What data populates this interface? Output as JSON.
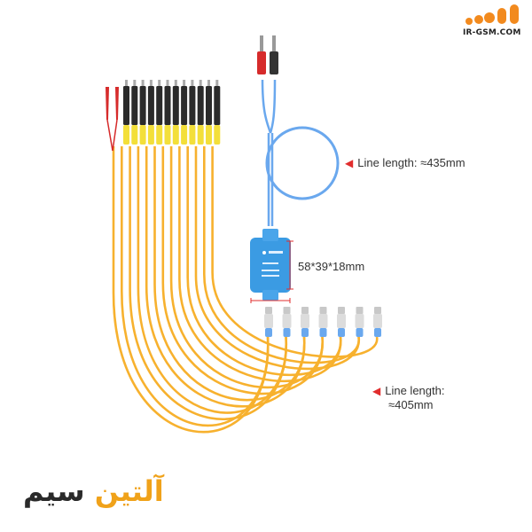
{
  "watermark": {
    "text": "IR-GSM.COM",
    "logo_color": "#f28a1e"
  },
  "brand": {
    "word_dark": "سیم",
    "word_orange": "آلتین",
    "color_dark": "#2a2a2a",
    "color_orange": "#f0a21a"
  },
  "annotations": {
    "cable_top": "Line length: ≈435mm",
    "module_size": "58*39*18mm",
    "cable_bottom_line1": "Line length:",
    "cable_bottom_line2": "≈405mm",
    "marker_color": "#e12d2d"
  },
  "colors": {
    "orange_cable": "#f7b12e",
    "blue_cable": "#6aa8ee",
    "module_blue": "#3b9be3",
    "banana_red": "#d62b2b",
    "banana_black": "#333333",
    "yellow_sleeve": "#f3df3a"
  },
  "counts": {
    "pin_probes": 12,
    "clips": 2,
    "usb_plugs": 7
  }
}
